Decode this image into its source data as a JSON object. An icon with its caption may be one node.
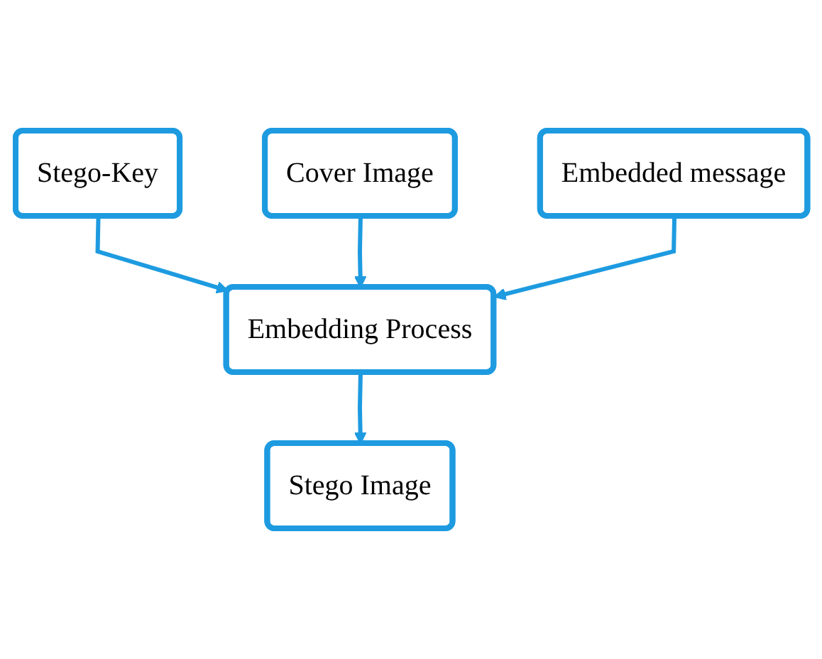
{
  "diagram": {
    "nodes": [
      {
        "text": [
          "Stego-Key"
        ]
      },
      {
        "text": [
          "Cover Image"
        ]
      },
      {
        "text": [
          "Embedding Process"
        ]
      },
      {
        "text": [
          "Stego Image"
        ]
      },
      {
        "text": [
          "Embedded message"
        ]
      }
    ],
    "edges": [
      {
        "from": 0,
        "to": 2,
        "arrow": "to"
      },
      {
        "from": 1,
        "to": 2,
        "arrow": "to"
      },
      {
        "from": 2,
        "to": 3,
        "arrow": "to"
      },
      {
        "from": 4,
        "to": 2,
        "arrow": "to"
      }
    ]
  }
}
